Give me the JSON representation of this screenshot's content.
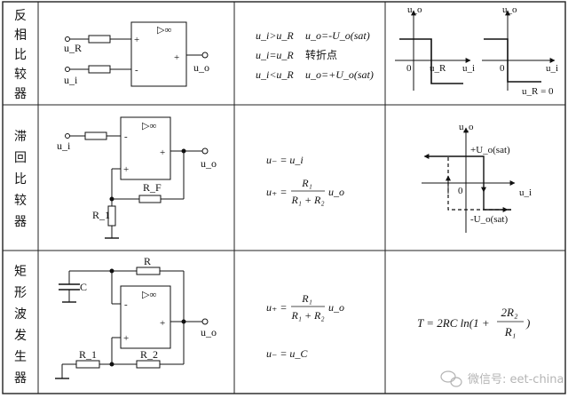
{
  "rows": [
    {
      "name": [
        "反",
        "相",
        "比",
        "较",
        "器"
      ],
      "circuit": {
        "amp_symbol": "▷∞",
        "inputs": [
          "u_R",
          "u_i"
        ],
        "output": "u_o",
        "plus": "+",
        "minus": "-"
      },
      "formulas": {
        "l1a": "u_i>u_R",
        "l1b": "u_o=-U_o(sat)",
        "l2a": "u_i=u_R",
        "l2b": "转折点",
        "l3a": "u_i<u_R",
        "l3b": "u_o=+U_o(sat)"
      },
      "graph1": {
        "y": "u_o",
        "x": "u_i",
        "origin": "0",
        "marker": "u_R"
      },
      "graph2": {
        "y": "u_o",
        "x": "u_i",
        "origin": "0",
        "note": "u_R = 0"
      }
    },
    {
      "name": [
        "滞",
        "回",
        "比",
        "较",
        "器"
      ],
      "circuit": {
        "amp_symbol": "▷∞",
        "input": "u_i",
        "output": "u_o",
        "rf": "R_F",
        "r1": "R_1",
        "plus": "+",
        "minus": "-"
      },
      "formulas": {
        "f1": "u₋ = u_i",
        "f2_lhs": "u₊ =",
        "f2_num": "R₁",
        "f2_den": "R₁ + R₂",
        "f2_tail": "u_o"
      },
      "graph": {
        "y": "u_o",
        "x": "u_i",
        "origin": "0",
        "pos_sat": "+U_o(sat)",
        "neg_sat": "-U_o(sat)"
      }
    },
    {
      "name": [
        "矩",
        "形",
        "波",
        "发",
        "生",
        "器"
      ],
      "circuit": {
        "amp_symbol": "▷∞",
        "output": "u_o",
        "r": "R",
        "c": "C",
        "r1": "R_1",
        "r2": "R_2",
        "plus": "+",
        "minus": "-"
      },
      "formulas": {
        "f1_lhs": "u₊ =",
        "f1_num": "R₁",
        "f1_den": "R₁ + R₂",
        "f1_tail": "u_o",
        "f2": "u₋ = u_C"
      },
      "period": {
        "lhs": "T = 2RC ln(1 +",
        "num": "2R₂",
        "den": "R₁",
        "tail": ")"
      }
    }
  ],
  "watermark": "微信号: eet-china"
}
